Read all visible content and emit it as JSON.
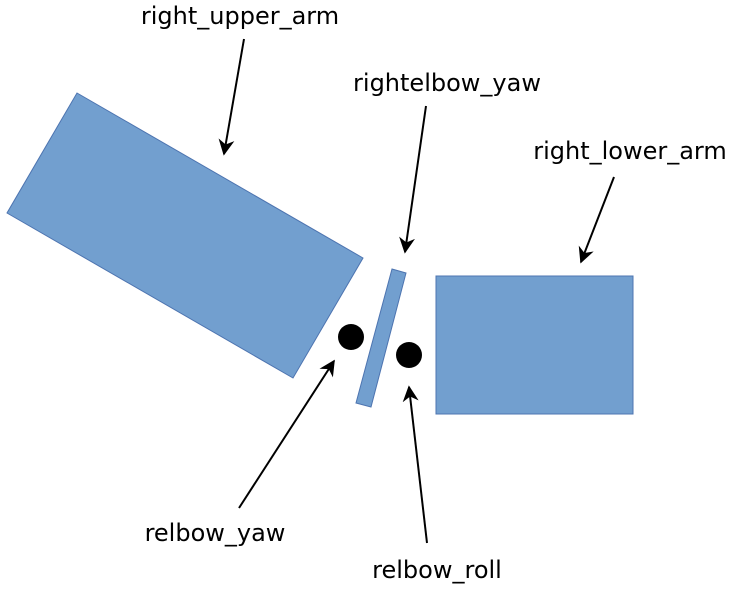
{
  "labels": {
    "right_upper_arm": "right_upper_arm",
    "rightelbow_yaw": "rightelbow_yaw",
    "right_lower_arm": "right_lower_arm",
    "relbow_yaw": "relbow_yaw",
    "relbow_roll": "relbow_roll"
  },
  "colors": {
    "block_fill": "#729fcf",
    "block_stroke": "#4d74b0",
    "joint_fill": "#000000",
    "arrow": "#000000"
  }
}
